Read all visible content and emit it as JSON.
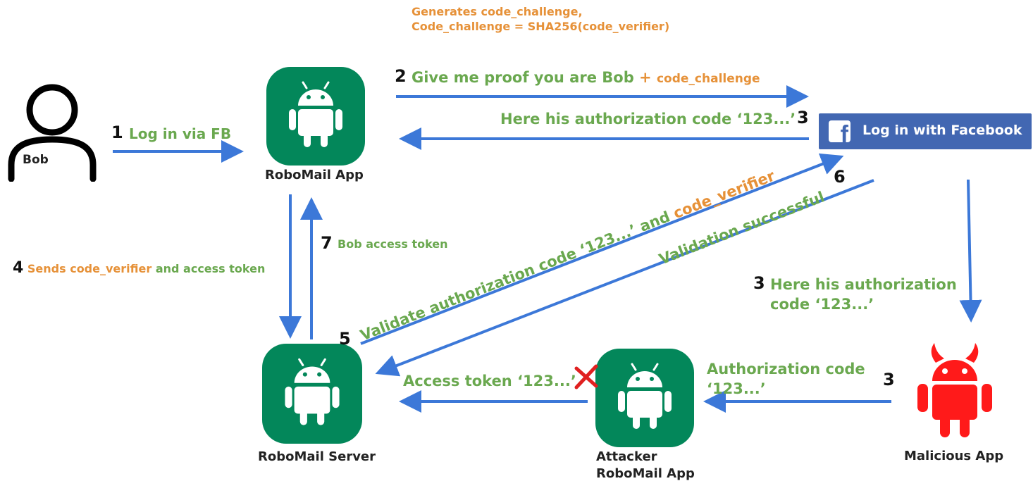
{
  "colors": {
    "arrow": "#3c78d8",
    "green_text": "#6aa84f",
    "orange_text": "#e69138",
    "tile": "#03875a",
    "malicious": "#ff1a1a",
    "facebook": "#4267b2"
  },
  "header_note": {
    "line1": "Generates code_challenge,",
    "line2": "Code_challenge = SHA256(code_verifier)"
  },
  "actors": {
    "bob": "Bob",
    "robomail_app": "RoboMail App",
    "robomail_server": "RoboMail Server",
    "attacker_app": {
      "line1": "Attacker",
      "line2": "RoboMail App"
    },
    "malicious_app": "Malicious App"
  },
  "facebook_button": {
    "label": "Log in with Facebook",
    "icon": "facebook-f-icon"
  },
  "steps": {
    "s1": {
      "num": "1",
      "text": "Log in via FB"
    },
    "s2": {
      "num": "2",
      "text": "Give me proof you are Bob",
      "plus": "+",
      "extra": "code_challenge"
    },
    "s3a": {
      "num": "3",
      "text": "Here his authorization code ‘123...’"
    },
    "s3b": {
      "num": "3",
      "line1": "Here his authorization",
      "line2": "code ‘123...’"
    },
    "s3c": {
      "num": "3",
      "line1": "Authorization code",
      "line2": "‘123...’"
    },
    "s3d": {
      "text": "Access token ‘123...’"
    },
    "s4": {
      "num": "4",
      "text1": "Sends code_verifier",
      "text2": "and access token"
    },
    "s5": {
      "num": "5",
      "text": "Validate authorization code ‘123...’ and",
      "extra": "code_verifier"
    },
    "s6": {
      "num": "6",
      "text": "Validation successful"
    },
    "s7": {
      "num": "7",
      "text": "Bob access token"
    }
  },
  "icons": [
    "person-icon",
    "android-icon",
    "malicious-android-icon",
    "red-x-icon",
    "facebook-f-icon"
  ]
}
